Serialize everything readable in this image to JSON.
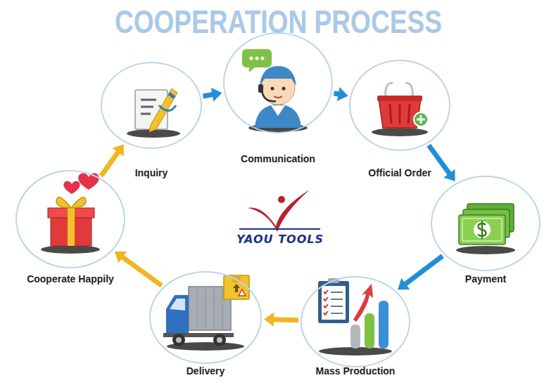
{
  "diagram": {
    "title": "COOPERATION PROCESS",
    "nodes": [
      {
        "text": [
          "Inquiry"
        ]
      },
      {
        "text": [
          "Communication"
        ]
      },
      {
        "text": [
          "Official Order"
        ]
      },
      {
        "text": [
          "Payment"
        ]
      },
      {
        "text": [
          "Mass Production"
        ]
      },
      {
        "text": [
          "Delivery"
        ]
      },
      {
        "text": [
          "Cooperate Happily"
        ]
      }
    ],
    "edges": [
      {
        "from": 0,
        "to": 1,
        "arrow": "to"
      },
      {
        "from": 1,
        "to": 2,
        "arrow": "to"
      },
      {
        "from": 2,
        "to": 3,
        "arrow": "to"
      },
      {
        "from": 3,
        "to": 4,
        "arrow": "to"
      },
      {
        "from": 4,
        "to": 5,
        "arrow": "to"
      },
      {
        "from": 5,
        "to": 6,
        "arrow": "to"
      },
      {
        "from": 6,
        "to": 0,
        "arrow": "to"
      }
    ],
    "labels": [
      "YAOU TOOLS"
    ]
  }
}
